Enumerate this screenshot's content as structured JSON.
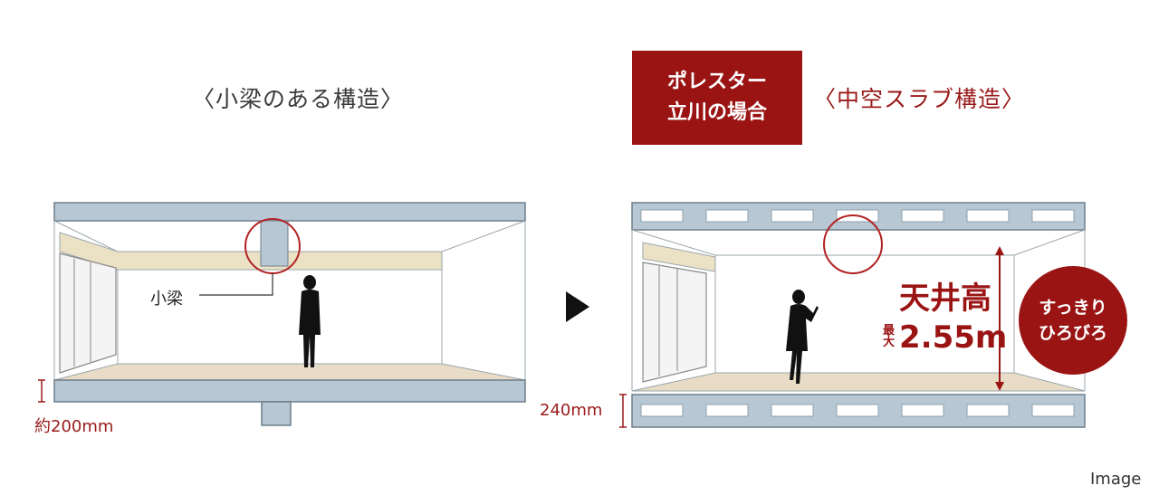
{
  "left": {
    "title": "〈小梁のある構造〉",
    "beam_label": "小梁",
    "measure": "約200mm"
  },
  "right": {
    "badge_line1": "ポレスター",
    "badge_line2": "立川の場合",
    "title": "〈中空スラブ構造〉",
    "ceiling_label": "天井高",
    "height_prefix": "最大",
    "height_value": "2.55m",
    "bubble_line1": "すっきり",
    "bubble_line2": "ひろびろ",
    "measure": "240mm"
  },
  "image_note": "Image",
  "colors": {
    "slab": "#b7c7d3",
    "floor": "#e8dcc6",
    "beam": "#ebe2c6",
    "accent": "#9b1414"
  },
  "icons": [
    "arrow-right-icon",
    "person-silhouette-icon",
    "window-icon"
  ]
}
